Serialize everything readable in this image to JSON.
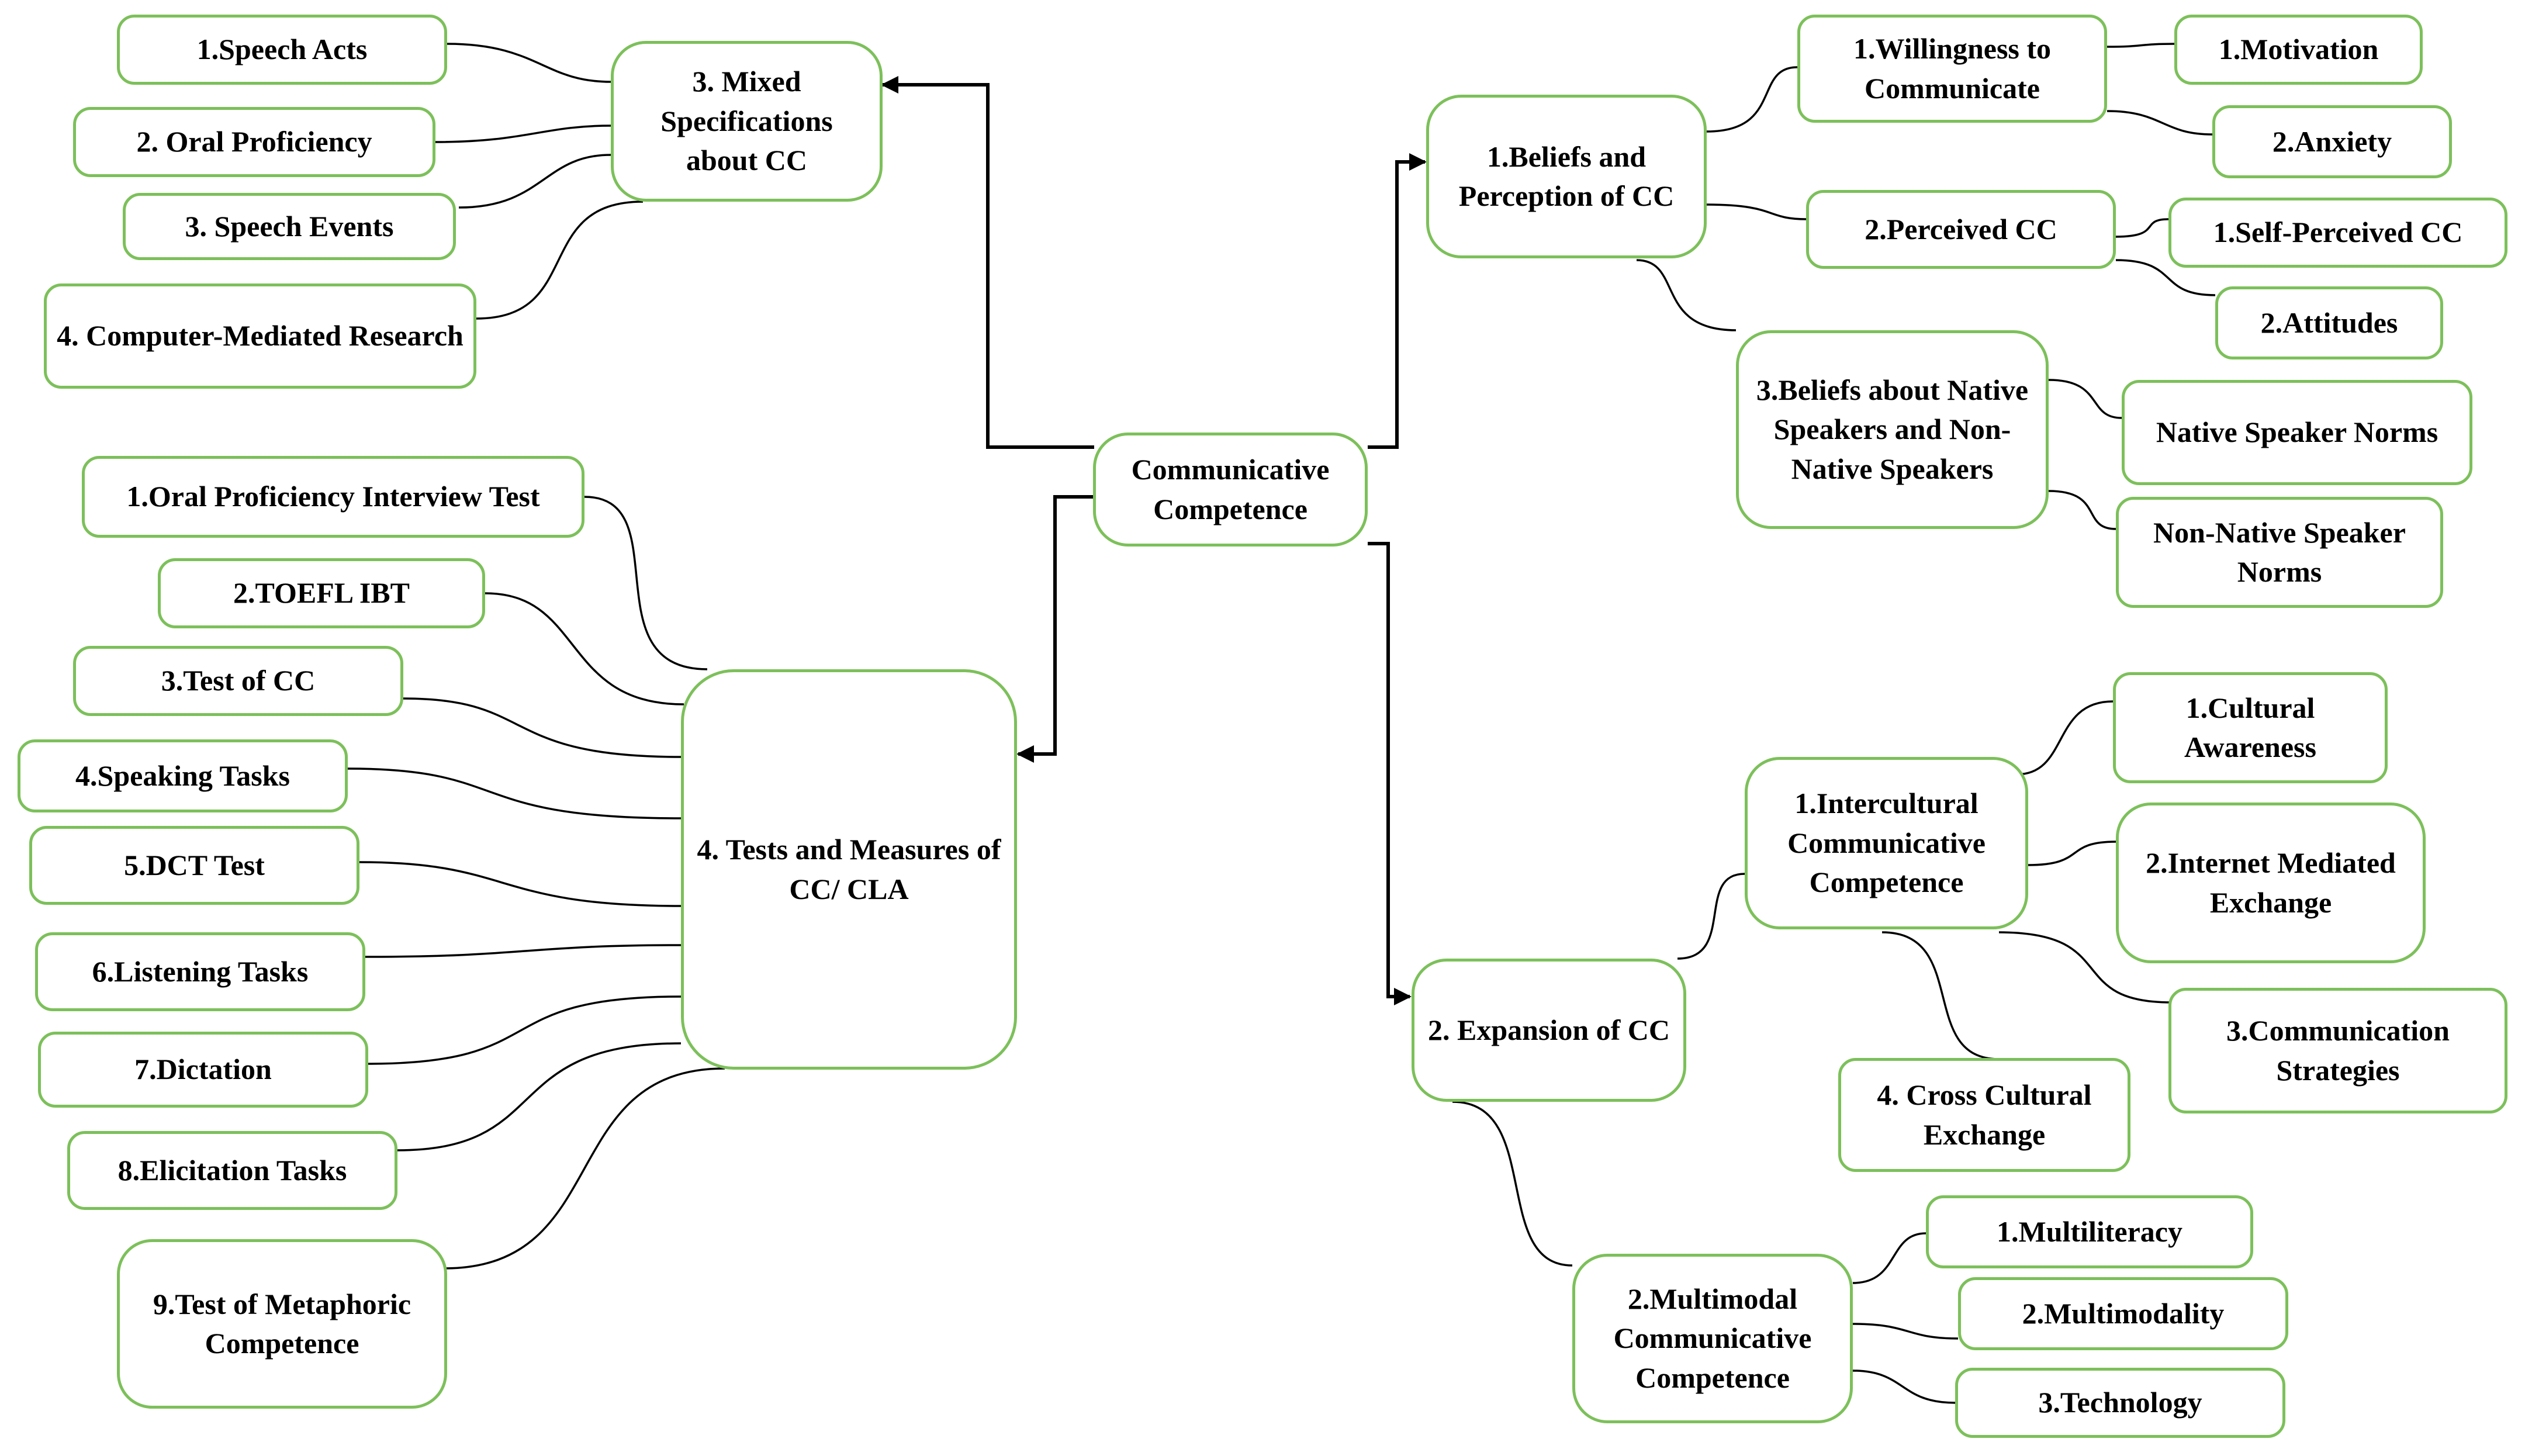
{
  "center": "Communicative Competence",
  "mixed": {
    "title": "3. Mixed Specifications about CC",
    "items": [
      "1.Speech Acts",
      "2. Oral Proficiency",
      "3. Speech Events",
      "4. Computer-Mediated Research"
    ]
  },
  "tests": {
    "title": "4. Tests and Measures of CC/ CLA",
    "items": [
      "1.Oral Proficiency Interview Test",
      "2.TOEFL IBT",
      "3.Test of CC",
      "4.Speaking Tasks",
      "5.DCT Test",
      "6.Listening Tasks",
      "7.Dictation",
      "8.Elicitation Tasks",
      "9.Test of Metaphoric Competence"
    ]
  },
  "beliefs": {
    "title": "1.Beliefs and Perception of CC",
    "wtc": "1.Willingness to Communicate",
    "wtc_items": [
      "1.Motivation",
      "2.Anxiety"
    ],
    "perceived": "2.Perceived CC",
    "perceived_items": [
      "1.Self-Perceived CC",
      "2.Attitudes"
    ],
    "native": "3.Beliefs about Native Speakers and Non-Native Speakers",
    "native_items": [
      "Native Speaker Norms",
      "Non-Native Speaker Norms"
    ]
  },
  "expansion": {
    "title": "2. Expansion of CC",
    "intercultural": "1.Intercultural Communicative Competence",
    "intercultural_items": [
      "1.Cultural Awareness",
      "2.Internet Mediated Exchange",
      "3.Communication Strategies",
      "4. Cross Cultural Exchange"
    ],
    "multimodal": "2.Multimodal Communicative Competence",
    "multimodal_items": [
      "1.Multiliteracy",
      "2.Multimodality",
      "3.Technology"
    ]
  }
}
